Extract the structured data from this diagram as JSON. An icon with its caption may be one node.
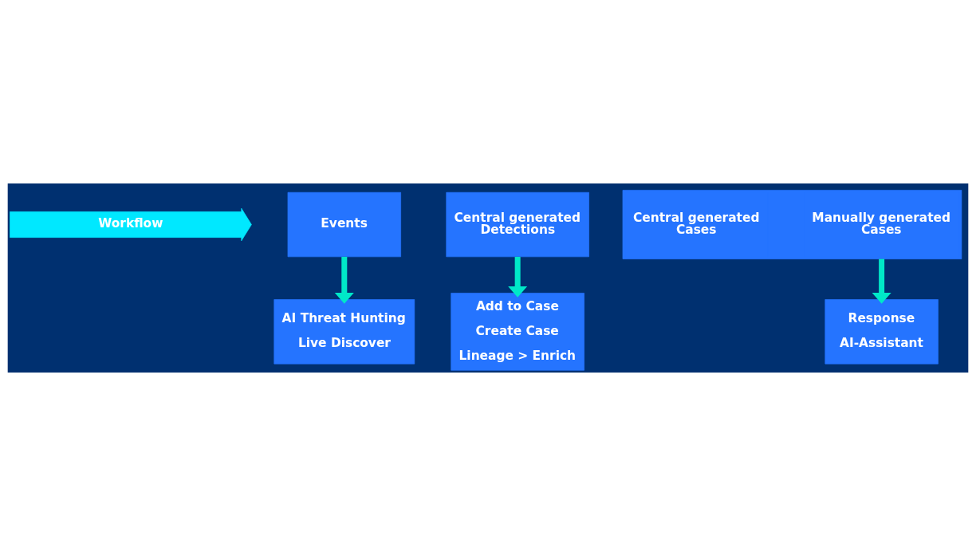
{
  "diagram": {
    "nodes": [
      {
        "text": [
          "Workflow"
        ]
      },
      {
        "text": [
          "Events"
        ]
      },
      {
        "text": [
          "Central generated Detections"
        ]
      },
      {
        "text": [],
        "shape": "box"
      },
      {
        "text": [
          "Central generated Cases"
        ],
        "in": 3
      },
      {
        "text": [
          "Manually generated Cases"
        ],
        "in": 3
      },
      {
        "text": [
          "AI Threat Hunting",
          "Live Discover"
        ]
      },
      {
        "text": [
          "Add to Case",
          "Create Case",
          "Lineage > Enrich"
        ]
      },
      {
        "text": [
          "Response",
          "AI-Assistant"
        ]
      }
    ],
    "edges": [
      {
        "from": 1,
        "to": 6,
        "arrow": "to"
      },
      {
        "from": 2,
        "to": 7,
        "arrow": "to"
      },
      {
        "from": 3,
        "to": 8,
        "arrow": "to"
      }
    ]
  }
}
